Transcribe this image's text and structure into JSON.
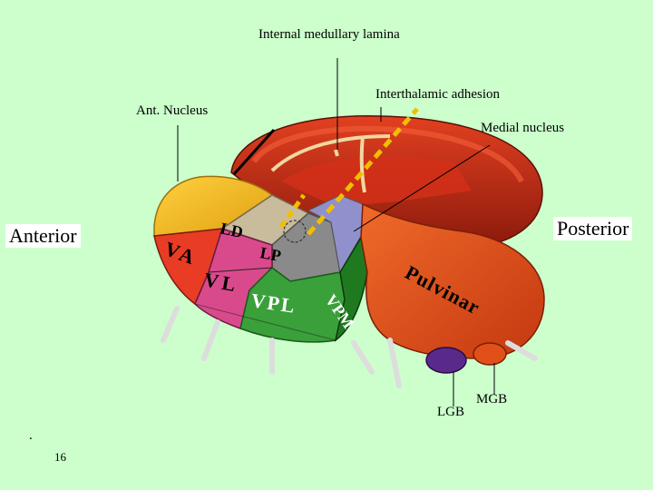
{
  "labels": {
    "internal_medullary_lamina": "Internal medullary lamina",
    "interthalamic_adhesion": "Interthalamic adhesion",
    "ant_nucleus": "Ant. Nucleus",
    "medial_nucleus": "Medial nucleus",
    "anterior": "Anterior",
    "posterior": "Posterior",
    "lgb": "LGB",
    "mgb": "MGB",
    "dot": ".",
    "page_number": "16"
  },
  "regions": {
    "LD": "LD",
    "LP": "LP",
    "VA": "VA",
    "VL": "VL",
    "VPL": "VPL",
    "VPM": "VPM",
    "Pulvinar": "Pulvinar"
  },
  "colors": {
    "background": "#ccffcc",
    "medial_red": "#cc2a10",
    "medial_dark": "#8b1a0c",
    "anterior_yellow": "#f2b51c",
    "va_red": "#e83c24",
    "vl_pink": "#d94a8c",
    "vpl_green": "#3aa03a",
    "vpm_green": "#1f7a1f",
    "ld_beige": "#c8bc9c",
    "lp_gray": "#8a8a8a",
    "lp_purple": "#9090cc",
    "pulvinar_orange": "#e2501a",
    "lgb_purple": "#5a2a8a",
    "adhesion_yellow": "#f0c000"
  }
}
